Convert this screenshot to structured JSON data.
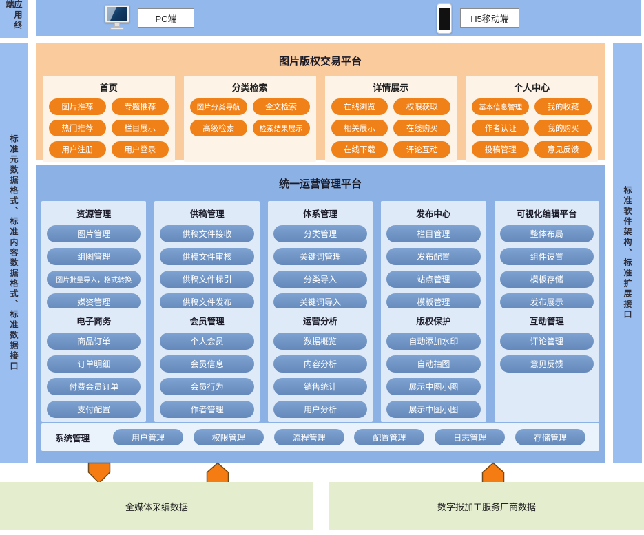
{
  "sidebars": {
    "left_top": "应用终端",
    "left_main": "标准元数据格式、标准内容数据格式、标准数据接口",
    "right": "标准软件架构、标准扩展接口"
  },
  "terminals": {
    "pc": "PC端",
    "mobile": "H5移动端"
  },
  "trade_platform": {
    "title": "图片版权交易平台",
    "sections": [
      {
        "title": "首页",
        "items": [
          "图片推荐",
          "专题推荐",
          "热门推荐",
          "栏目展示",
          "用户注册",
          "用户登录"
        ]
      },
      {
        "title": "分类检索",
        "items": [
          "图片分类导航",
          "全文检索",
          "高级检索",
          "检索结果展示"
        ]
      },
      {
        "title": "详情展示",
        "items": [
          "在线浏览",
          "权限获取",
          "相关展示",
          "在线购买",
          "在线下载",
          "评论互动"
        ]
      },
      {
        "title": "个人中心",
        "items": [
          "基本信息管理",
          "我的收藏",
          "作者认证",
          "我的购买",
          "投稿管理",
          "意见反馈"
        ]
      }
    ]
  },
  "ops_platform": {
    "title": "统一运营管理平台",
    "row1": [
      {
        "title": "资源管理",
        "items": [
          "图片管理",
          "组图管理",
          "图片批量导入，格式转换",
          "媒资管理"
        ]
      },
      {
        "title": "供稿管理",
        "items": [
          "供稿文件接收",
          "供稿文件审核",
          "供稿文件标引",
          "供稿文件发布"
        ]
      },
      {
        "title": "体系管理",
        "items": [
          "分类管理",
          "关键词管理",
          "分类导入",
          "关键词导入"
        ]
      },
      {
        "title": "发布中心",
        "items": [
          "栏目管理",
          "发布配置",
          "站点管理",
          "模板管理"
        ]
      },
      {
        "title": "可视化编辑平台",
        "items": [
          "整体布局",
          "组件设置",
          "模板存储",
          "发布展示"
        ]
      }
    ],
    "row2": [
      {
        "title": "电子商务",
        "items": [
          "商品订单",
          "订单明细",
          "付费会员订单",
          "支付配置"
        ]
      },
      {
        "title": "会员管理",
        "items": [
          "个人会员",
          "会员信息",
          "会员行为",
          "作者管理"
        ]
      },
      {
        "title": "运营分析",
        "items": [
          "数据概览",
          "内容分析",
          "销售统计",
          "用户分析"
        ]
      },
      {
        "title": "版权保护",
        "items": [
          "自动添加水印",
          "自动抽图",
          "展示中图小图",
          "展示中图小图"
        ]
      },
      {
        "title": "互动管理",
        "items": [
          "评论管理",
          "意见反馈"
        ]
      }
    ],
    "system": {
      "label": "系统管理",
      "items": [
        "用户管理",
        "权限管理",
        "流程管理",
        "配置管理",
        "日志管理",
        "存储管理"
      ]
    }
  },
  "data_sources": [
    {
      "label": "全媒体采编数据"
    },
    {
      "label": "数字报加工服务厂商数据"
    }
  ],
  "colors": {
    "strip_blue": "#9ABEF0",
    "bar_blue": "#92B8EC",
    "platform_orange": "#FACB9C",
    "card_cream": "#FDF3E6",
    "pill_orange": "#F08018",
    "platform_blue": "#8CB1E4",
    "card_blue": "#DFEAF8",
    "pill_blue": "#7297C7",
    "system_bar": "#EAF2FC",
    "green_box": "#E4EECF",
    "arrow_orange": "#F47C12"
  }
}
